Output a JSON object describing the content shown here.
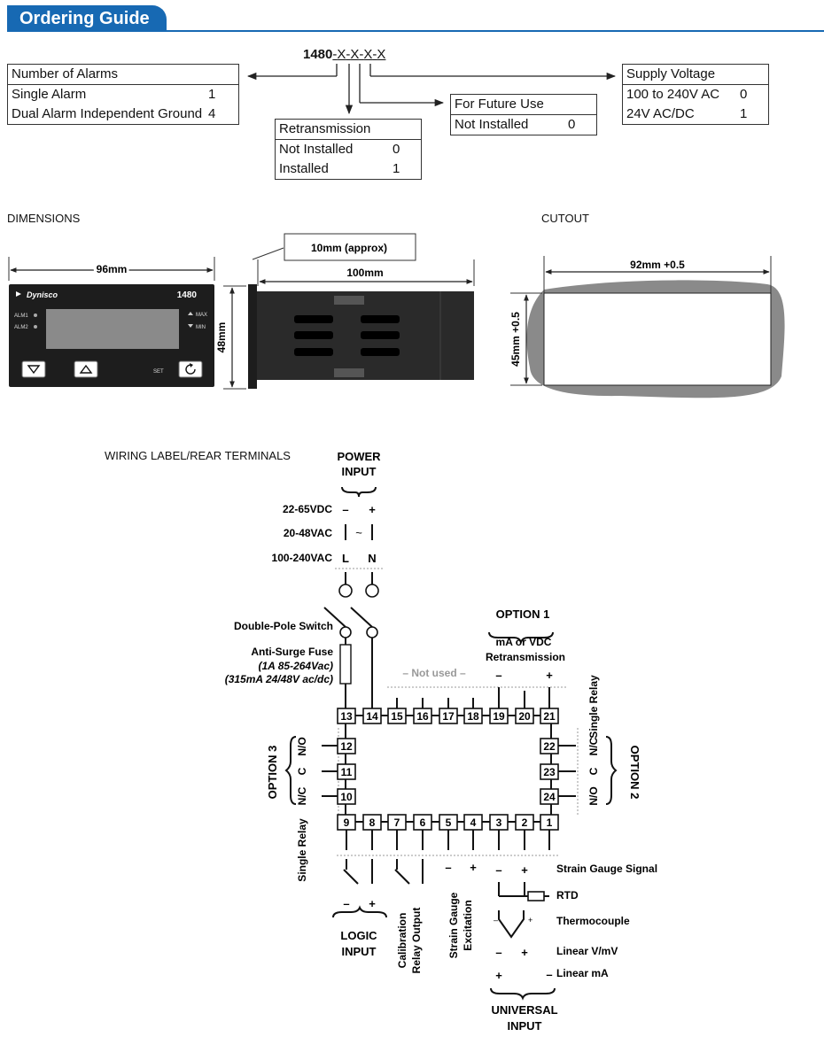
{
  "header": {
    "title": "Ordering Guide"
  },
  "model": {
    "prefix": "1480",
    "sep1": "-",
    "x1": "X",
    "sep2": "-",
    "x2": "X",
    "sep3": "-",
    "x3": "X",
    "sep4": "-",
    "x4": "X"
  },
  "tables": {
    "alarms": {
      "title": "Number of Alarms",
      "rows": [
        {
          "label": "Single Alarm",
          "value": "1"
        },
        {
          "label": "Dual Alarm Independent Ground",
          "value": "4"
        }
      ]
    },
    "retransmission": {
      "title": "Retransmission",
      "rows": [
        {
          "label": "Not Installed",
          "value": "0"
        },
        {
          "label": "Installed",
          "value": "1"
        }
      ]
    },
    "future": {
      "title": "For Future Use",
      "rows": [
        {
          "label": "Not Installed",
          "value": "0"
        }
      ]
    },
    "supply": {
      "title": "Supply Voltage",
      "rows": [
        {
          "label": "100 to 240V AC",
          "value": "0"
        },
        {
          "label": "24V AC/DC",
          "value": "1"
        }
      ]
    }
  },
  "dimensions": {
    "heading": "DIMENSIONS",
    "width_96": "96mm",
    "depth_100": "100mm",
    "approx_10": "10mm (approx)",
    "height_48": "48mm",
    "brand": "Dynisco",
    "model_no": "1480",
    "alm1": "ALM1",
    "alm2": "ALM2",
    "max": "MAX",
    "min": "MIN",
    "set": "SET"
  },
  "cutout": {
    "heading": "CUTOUT",
    "width": "92mm +0.5",
    "height": "45mm +0.5"
  },
  "wiring": {
    "heading": "WIRING LABEL/REAR TERMINALS",
    "power_input_1": "POWER",
    "power_input_2": "INPUT",
    "v_dc": "22-65VDC",
    "v_ac_low": "20-48VAC",
    "v_ac_high": "100-240VAC",
    "L": "L",
    "N": "N",
    "double_pole": "Double-Pole Switch",
    "fuse_1": "Anti-Surge Fuse",
    "fuse_2": "(1A 85-264Vac)",
    "fuse_3": "(315mA 24/48V ac/dc)",
    "not_used": "– Not used –",
    "option1": "OPTION 1",
    "option1_sub1": "mA or VDC",
    "option1_sub2": "Retransmission",
    "option2": "OPTION 2",
    "option3": "OPTION 3",
    "single_relay": "Single Relay",
    "no": "N/O",
    "c": "C",
    "nc": "N/C",
    "top_terminals": [
      "13",
      "14",
      "15",
      "16",
      "17",
      "18",
      "19",
      "20",
      "21"
    ],
    "right_terminals": [
      "22",
      "23",
      "24"
    ],
    "left_terminals": [
      "12",
      "11",
      "10"
    ],
    "bottom_terminals": [
      "9",
      "8",
      "7",
      "6",
      "5",
      "4",
      "3",
      "2",
      "1"
    ],
    "logic_input_1": "LOGIC",
    "logic_input_2": "INPUT",
    "calibration_1": "Calibration",
    "calibration_2": "Relay Output",
    "strain_exc_1": "Strain Gauge",
    "strain_exc_2": "Excitation",
    "strain_signal": "Strain Gauge Signal",
    "rtd": "RTD",
    "thermocouple": "Thermocouple",
    "linear_v": "Linear V/mV",
    "linear_ma": "Linear mA",
    "universal_1": "UNIVERSAL",
    "universal_2": "INPUT",
    "minus": "–",
    "plus": "+"
  }
}
